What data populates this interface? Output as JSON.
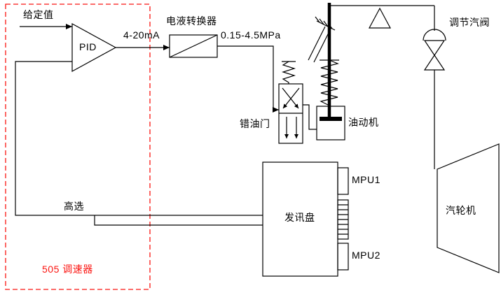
{
  "colors": {
    "line": "#000000",
    "accent_red": "#fb1511",
    "background": "#ffffff"
  },
  "labels": {
    "setpoint": "给定值",
    "pid": "PID",
    "current_signal": "4-20mA",
    "converter": "电液转换器",
    "pressure_signal": "0.15-4.5MPa",
    "pilot_valve": "错油门",
    "servomotor": "油动机",
    "steam_valve": "调节汽阀",
    "turbine": "汽轮机",
    "signal_disc": "发讯盘",
    "mpu1": "MPU1",
    "mpu2": "MPU2",
    "high_select": "高选",
    "governor": "505 调速器"
  }
}
